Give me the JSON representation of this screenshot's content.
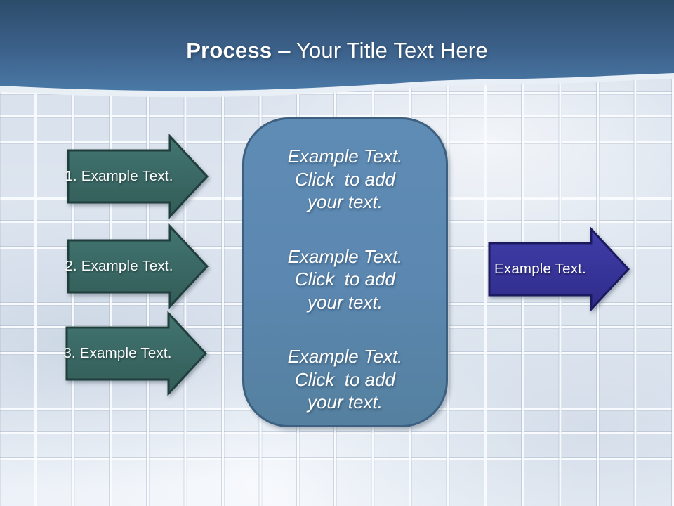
{
  "header": {
    "title_bold": "Process",
    "title_rest": "– Your Title Text Here",
    "background_top_color": "#2c4c6a",
    "background_bottom_color": "#4a79a7"
  },
  "left_arrows": [
    {
      "label": "1. Example Text.",
      "fill": "#3b6a66",
      "border": "#1f3e3c"
    },
    {
      "label": "2. Example Text.",
      "fill": "#3b6a66",
      "border": "#1f3e3c"
    },
    {
      "label": "3. Example Text.",
      "fill": "#3b6a66",
      "border": "#1f3e3c"
    }
  ],
  "center_box": {
    "fill": "#5b87b0",
    "border": "#3d6080",
    "paragraphs": [
      "Example Text.\nClick  to add\nyour text.",
      "Example Text.\nClick  to add\nyour text.",
      "Example Text.\nClick  to add\nyour text."
    ]
  },
  "right_arrow": {
    "label": "Example Text.",
    "fill": "#3a38a0",
    "border": "#1b1a5f"
  },
  "background": {
    "tile_color": "#dbe3ee",
    "grout_color": "#f9fcff"
  }
}
